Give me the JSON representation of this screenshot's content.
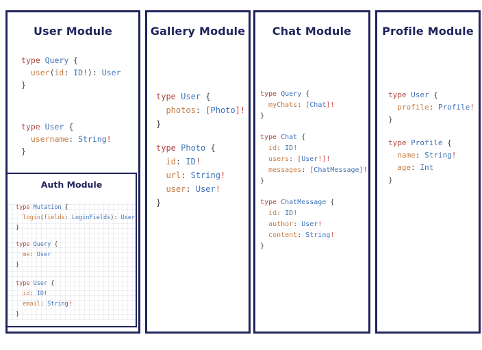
{
  "colors": {
    "border_navy": "#20245c",
    "title_navy": "#1f2259",
    "kw_red": "#ab4642",
    "type_blue": "#3f72b9",
    "field_orange": "#c87b3f",
    "punct_gray": "#474747",
    "bang_red": "#c14541"
  },
  "panels": [
    {
      "title": "User Module",
      "blocks": [
        {
          "mt": 23,
          "lines": [
            [
              [
                "k",
                "type "
              ],
              [
                "t",
                "Query "
              ],
              [
                "p",
                "{"
              ]
            ],
            [
              [
                "p",
                "  "
              ],
              [
                "f",
                "user"
              ],
              [
                "p",
                "("
              ],
              [
                "f",
                "id"
              ],
              [
                "p",
                ": "
              ],
              [
                "t",
                "ID"
              ],
              [
                "b",
                "!"
              ],
              [
                "p",
                "): "
              ],
              [
                "t",
                "User"
              ]
            ],
            [
              [
                "p",
                "}"
              ]
            ]
          ]
        },
        {
          "mt": 43,
          "lines": [
            [
              [
                "k",
                "type "
              ],
              [
                "t",
                "User "
              ],
              [
                "p",
                "{"
              ]
            ],
            [
              [
                "p",
                "  "
              ],
              [
                "f",
                "username"
              ],
              [
                "p",
                ": "
              ],
              [
                "t",
                "String"
              ],
              [
                "b",
                "!"
              ]
            ],
            [
              [
                "p",
                "}"
              ]
            ]
          ]
        }
      ],
      "nested": {
        "title": "Auth Module",
        "blocks": [
          {
            "mt": 18,
            "lines": [
              [
                [
                  "k",
                  "type "
                ],
                [
                  "t",
                  "Mutation "
                ],
                [
                  "p",
                  "{"
                ]
              ],
              [
                [
                  "p",
                  "  "
                ],
                [
                  "f",
                  "login"
                ],
                [
                  "p",
                  "("
                ],
                [
                  "f",
                  "fields"
                ],
                [
                  "p",
                  ": "
                ],
                [
                  "t",
                  "LoginFields"
                ],
                [
                  "p",
                  "): "
                ],
                [
                  "t",
                  "User"
                ]
              ],
              [
                [
                  "p",
                  "}"
                ]
              ]
            ]
          },
          {
            "mt": 9,
            "lines": [
              [
                [
                  "k",
                  "type "
                ],
                [
                  "t",
                  "Query "
                ],
                [
                  "p",
                  "{"
                ]
              ],
              [
                [
                  "p",
                  "  "
                ],
                [
                  "f",
                  "me"
                ],
                [
                  "p",
                  ": "
                ],
                [
                  "t",
                  "User"
                ]
              ],
              [
                [
                  "p",
                  "}"
                ]
              ]
            ]
          },
          {
            "mt": 12,
            "lines": [
              [
                [
                  "k",
                  "type "
                ],
                [
                  "t",
                  "User "
                ],
                [
                  "p",
                  "{"
                ]
              ],
              [
                [
                  "p",
                  "  "
                ],
                [
                  "f",
                  "id"
                ],
                [
                  "p",
                  ": "
                ],
                [
                  "t",
                  "ID"
                ],
                [
                  "b",
                  "!"
                ]
              ],
              [
                [
                  "p",
                  "  "
                ],
                [
                  "f",
                  "email"
                ],
                [
                  "p",
                  ": "
                ],
                [
                  "t",
                  "String"
                ],
                [
                  "b",
                  "!"
                ]
              ],
              [
                [
                  "p",
                  "}"
                ]
              ]
            ]
          }
        ]
      }
    },
    {
      "title": "Gallery Module",
      "blocks": [
        {
          "mt": 75,
          "lines": [
            [
              [
                "k",
                "type "
              ],
              [
                "t",
                "User "
              ],
              [
                "p",
                "{"
              ]
            ],
            [
              [
                "p",
                "  "
              ],
              [
                "f",
                "photos"
              ],
              [
                "p",
                ": "
              ],
              [
                "b",
                "["
              ],
              [
                "t",
                "Photo"
              ],
              [
                "b",
                "]!"
              ]
            ],
            [
              [
                "p",
                "}"
              ]
            ]
          ]
        },
        {
          "mt": 15,
          "lines": [
            [
              [
                "k",
                "type "
              ],
              [
                "t",
                "Photo "
              ],
              [
                "p",
                "{"
              ]
            ],
            [
              [
                "p",
                "  "
              ],
              [
                "f",
                "id"
              ],
              [
                "p",
                ": "
              ],
              [
                "t",
                "ID"
              ],
              [
                "b",
                "!"
              ]
            ],
            [
              [
                "p",
                "  "
              ],
              [
                "f",
                "url"
              ],
              [
                "p",
                ": "
              ],
              [
                "t",
                "String"
              ],
              [
                "b",
                "!"
              ]
            ],
            [
              [
                "p",
                "  "
              ],
              [
                "f",
                "user"
              ],
              [
                "p",
                ": "
              ],
              [
                "t",
                "User"
              ],
              [
                "b",
                "!"
              ]
            ],
            [
              [
                "p",
                "}"
              ]
            ]
          ]
        }
      ]
    },
    {
      "title": "Chat Module",
      "blocks": [
        {
          "mt": 74,
          "lines": [
            [
              [
                "k",
                "type "
              ],
              [
                "t",
                "Query "
              ],
              [
                "p",
                "{"
              ]
            ],
            [
              [
                "p",
                "  "
              ],
              [
                "f",
                "myChats"
              ],
              [
                "p",
                ": "
              ],
              [
                "b",
                "["
              ],
              [
                "t",
                "Chat"
              ],
              [
                "b",
                "]!"
              ]
            ],
            [
              [
                "p",
                "}"
              ]
            ]
          ]
        },
        {
          "mt": 15,
          "lines": [
            [
              [
                "k",
                "type "
              ],
              [
                "t",
                "Chat "
              ],
              [
                "p",
                "{"
              ]
            ],
            [
              [
                "p",
                "  "
              ],
              [
                "f",
                "id"
              ],
              [
                "p",
                ": "
              ],
              [
                "t",
                "ID"
              ],
              [
                "b",
                "!"
              ]
            ],
            [
              [
                "p",
                "  "
              ],
              [
                "f",
                "users"
              ],
              [
                "p",
                ": "
              ],
              [
                "b",
                "["
              ],
              [
                "t",
                "User"
              ],
              [
                "b",
                "!]!"
              ]
            ],
            [
              [
                "p",
                "  "
              ],
              [
                "f",
                "messages"
              ],
              [
                "p",
                ": "
              ],
              [
                "b",
                "["
              ],
              [
                "t",
                "ChatMessage"
              ],
              [
                "b",
                "]!"
              ]
            ],
            [
              [
                "p",
                "}"
              ]
            ]
          ]
        },
        {
          "mt": 15,
          "lines": [
            [
              [
                "k",
                "type "
              ],
              [
                "t",
                "ChatMessage "
              ],
              [
                "p",
                "{"
              ]
            ],
            [
              [
                "p",
                "  "
              ],
              [
                "f",
                "id"
              ],
              [
                "p",
                ": "
              ],
              [
                "t",
                "ID"
              ],
              [
                "b",
                "!"
              ]
            ],
            [
              [
                "p",
                "  "
              ],
              [
                "f",
                "author"
              ],
              [
                "p",
                ": "
              ],
              [
                "t",
                "User"
              ],
              [
                "b",
                "!"
              ]
            ],
            [
              [
                "p",
                "  "
              ],
              [
                "f",
                "content"
              ],
              [
                "p",
                ": "
              ],
              [
                "t",
                "String"
              ],
              [
                "b",
                "!"
              ]
            ],
            [
              [
                "p",
                "}"
              ]
            ]
          ]
        }
      ]
    },
    {
      "title": "Profile Module",
      "blocks": [
        {
          "mt": 74,
          "lines": [
            [
              [
                "k",
                "type "
              ],
              [
                "t",
                "User "
              ],
              [
                "p",
                "{"
              ]
            ],
            [
              [
                "p",
                "  "
              ],
              [
                "f",
                "profile"
              ],
              [
                "p",
                ": "
              ],
              [
                "t",
                "Profile"
              ],
              [
                "b",
                "!"
              ]
            ],
            [
              [
                "p",
                "}"
              ]
            ]
          ]
        },
        {
          "mt": 16,
          "lines": [
            [
              [
                "k",
                "type "
              ],
              [
                "t",
                "Profile "
              ],
              [
                "p",
                "{"
              ]
            ],
            [
              [
                "p",
                "  "
              ],
              [
                "f",
                "name"
              ],
              [
                "p",
                ": "
              ],
              [
                "t",
                "String"
              ],
              [
                "b",
                "!"
              ]
            ],
            [
              [
                "p",
                "  "
              ],
              [
                "f",
                "age"
              ],
              [
                "p",
                ": "
              ],
              [
                "t",
                "Int"
              ]
            ],
            [
              [
                "p",
                "}"
              ]
            ]
          ]
        }
      ]
    }
  ]
}
